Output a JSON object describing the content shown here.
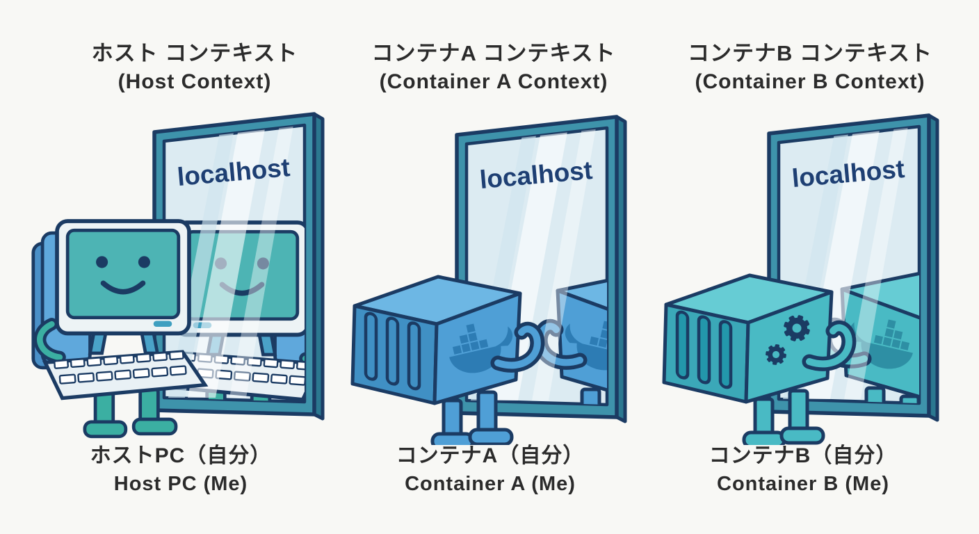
{
  "diagram_title": "Docker localhost contexts mirror diagram",
  "meta": {
    "background_color": "#f8f8f5",
    "outline_color": "#1b3b63",
    "heading_text_color": "#2b2b2b",
    "mirror_label_color": "#1e3f73"
  },
  "colors": {
    "mirror_frame": "#3e93ab",
    "mirror_frame_depth": "#2b7890",
    "mirror_glass": "#dcebf2",
    "glass_shine": "#ffffff",
    "pc_body": "#edf3f5",
    "pc_screen": "#4db4b4",
    "pc_back_blue": "#5fa8dc",
    "pc_limbs_teal": "#3bafa2",
    "pc_stand_blue": "#4aa2c8",
    "keyboard": "#e9f1f5",
    "container_a_top": "#6db7e4",
    "container_a_left": "#4090c4",
    "container_a_front": "#4f9fd6",
    "container_a_whale": "#2d7cb4",
    "container_b_top": "#66ccd4",
    "container_b_left": "#3ba8b8",
    "container_b_front": "#49bac4",
    "container_b_slats": "#2397ab",
    "container_b_whale": "#2e8fa4",
    "gears": "#1b3b63"
  },
  "panels": [
    {
      "title_ja": "ホスト コンテキスト",
      "title_en": "(Host Context)",
      "mirror_label": "localhost",
      "caption_ja": "ホストPC（自分）",
      "caption_en": "Host PC (Me)",
      "character": "host-pc-with-smiley-screen",
      "reflection": "host-pc-with-smiley-screen"
    },
    {
      "title_ja": "コンテナA コンテキスト",
      "title_en": "(Container A Context)",
      "mirror_label": "localhost",
      "caption_ja": "コンテナA（自分）",
      "caption_en": "Container A (Me)",
      "character": "blue-docker-container-whale-logo",
      "reflection": "blue-docker-container-whale-logo"
    },
    {
      "title_ja": "コンテナB コンテキスト",
      "title_en": "(Container B Context)",
      "mirror_label": "localhost",
      "caption_ja": "コンテナB（自分）",
      "caption_en": "Container B (Me)",
      "character": "teal-docker-container-gears",
      "reflection": "teal-docker-container-whale-logo"
    }
  ]
}
